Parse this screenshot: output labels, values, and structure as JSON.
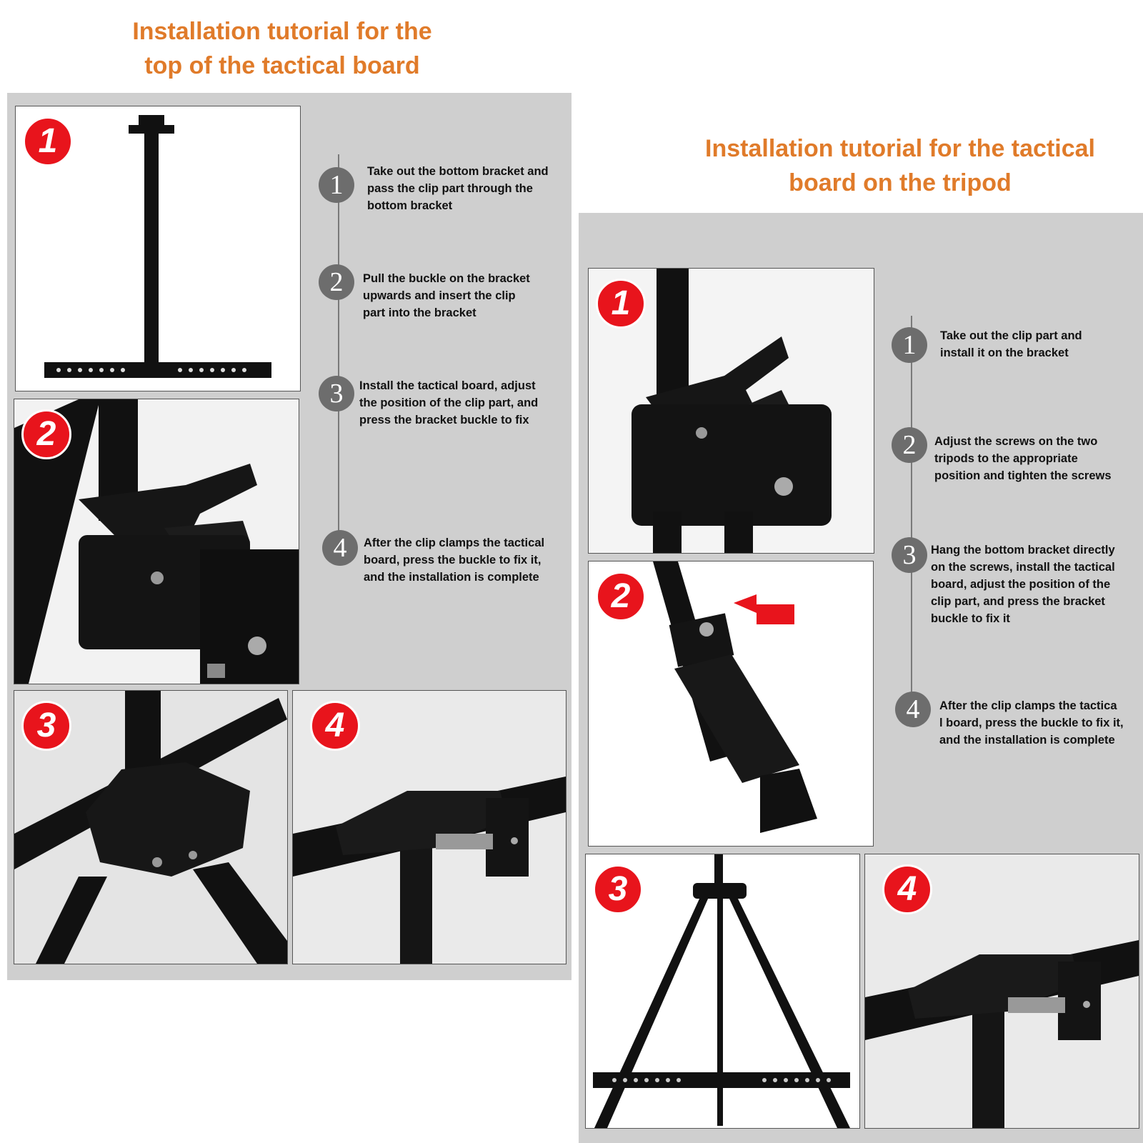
{
  "left": {
    "title_line1": "Installation tutorial for the",
    "title_line2": "top of the tactical board",
    "photos": [
      {
        "badge": "1",
        "icon": "t-bracket-photo"
      },
      {
        "badge": "2",
        "icon": "clip-buckle-photo"
      },
      {
        "badge": "3",
        "icon": "clip-on-bracket-photo"
      },
      {
        "badge": "4",
        "icon": "clamped-board-photo"
      }
    ],
    "steps": [
      {
        "num": "1",
        "text": "Take out the bottom bracket and\npass the clip part through the\n bottom bracket"
      },
      {
        "num": "2",
        "text": "Pull the buckle on the bracket\n upwards and insert the clip\npart into the bracket"
      },
      {
        "num": "3",
        "text": "Install the tactical board, adjust\nthe position of the clip part, and\n press the bracket buckle to fix"
      },
      {
        "num": "4",
        "text": "After the clip clamps the tactical\n board, press the buckle to fix it,\n and the installation is complete"
      }
    ]
  },
  "right": {
    "title_line1": "Installation tutorial for the tactical",
    "title_line2": "board on the tripod",
    "photos": [
      {
        "badge": "1",
        "icon": "clip-on-tripod-photo"
      },
      {
        "badge": "2",
        "icon": "tripod-screw-photo"
      },
      {
        "badge": "3",
        "icon": "tripod-easel-photo"
      },
      {
        "badge": "4",
        "icon": "clamped-board-photo"
      }
    ],
    "steps": [
      {
        "num": "1",
        "text": "Take out the clip part and\n install it on the bracket"
      },
      {
        "num": "2",
        "text": "Adjust the screws on the two\ntripods to the appropriate\nposition and tighten the screws"
      },
      {
        "num": "3",
        "text": "Hang the bottom bracket directly\n on the screws, install the tactical\nboard, adjust the position of the\nclip part, and press the bracket\nbuckle to fix it"
      },
      {
        "num": "4",
        "text": "After the clip clamps the tactica\nl board, press the buckle to fix it,\n and the installation is complete"
      }
    ]
  },
  "colors": {
    "title": "#e07b2a",
    "badge": "#e8141c",
    "panel": "#cfcfcf",
    "step_circle": "#6d6d6d"
  }
}
